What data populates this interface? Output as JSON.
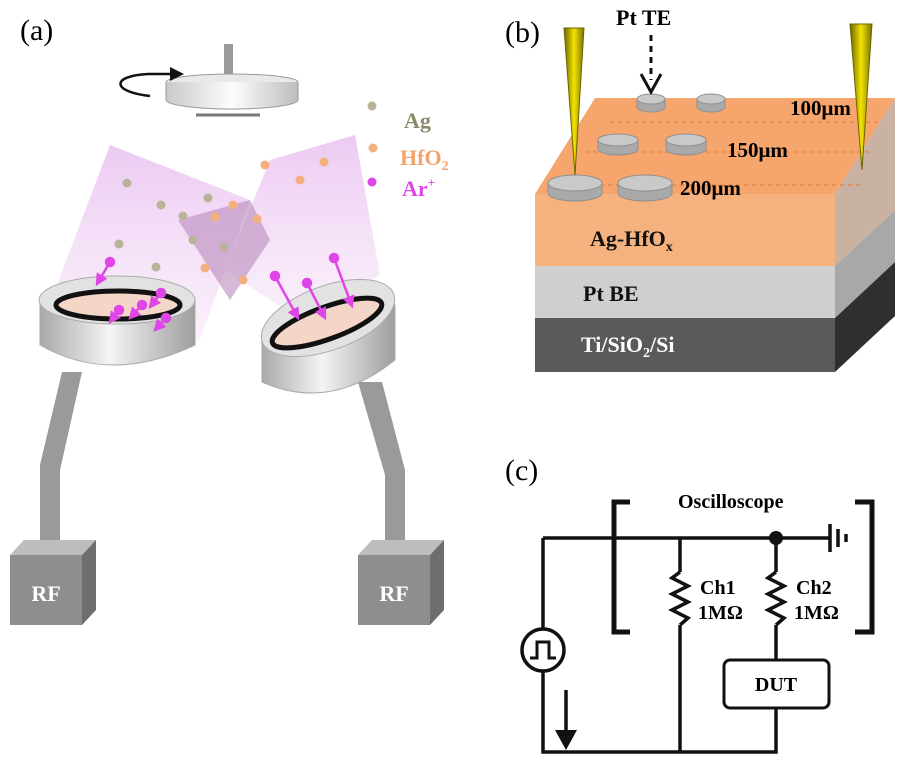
{
  "panel_a": {
    "label": "(a)",
    "legend": [
      {
        "text": "Ag",
        "color": "#8d8a6b",
        "dot": "#b8b49a"
      },
      {
        "text": "HfO",
        "sub": "2",
        "color": "#f2a36a",
        "dot": "#f3b07c"
      },
      {
        "text": "Ar",
        "sup": "+",
        "color": "#e045e8",
        "dot": "#e045e8"
      }
    ],
    "rf_left": "RF",
    "rf_right": "RF"
  },
  "panel_b": {
    "label": "(b)",
    "pt_te": "Pt TE",
    "sizes": [
      "100μm",
      "150μm",
      "200μm"
    ],
    "layer_top": "Ag-HfO",
    "layer_top_sub": "x",
    "layer_mid": "Pt BE",
    "layer_bottom_pre": "Ti/SiO",
    "layer_bottom_sub": "2",
    "layer_bottom_post": "/Si"
  },
  "panel_c": {
    "label": "(c)",
    "oscilloscope": "Oscilloscope",
    "ch1": "Ch1",
    "ch1_r": "1MΩ",
    "ch2": "Ch2",
    "ch2_r": "1MΩ",
    "dut": "DUT"
  },
  "colors": {
    "plasma": "#d9a6e3",
    "ar_ion": "#e045e8",
    "orange_layer": "#f5a66a",
    "probe": "#e8d800",
    "gun_gray": "#d6d6d6"
  }
}
